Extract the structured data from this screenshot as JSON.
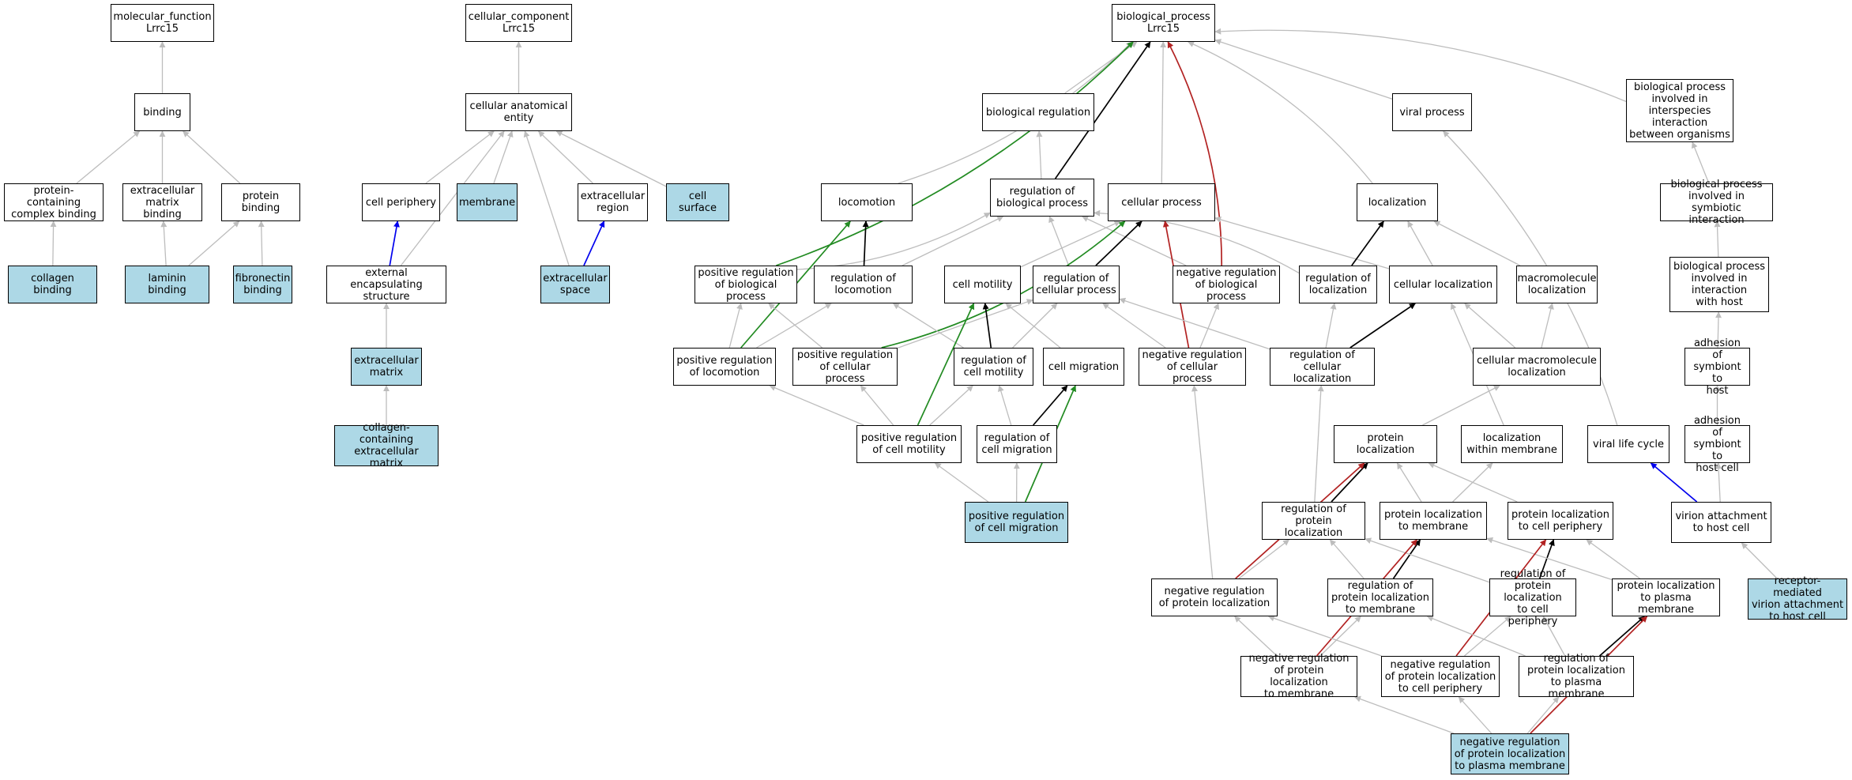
{
  "colors": {
    "highlight": "#add8e6",
    "is_a": "#bdbdbd",
    "part_of": "#0000ee",
    "regulates": "#000000",
    "positively_regulates": "#228b22",
    "negatively_regulates": "#b22222"
  },
  "nodes": [
    {
      "id": "mf",
      "label": "molecular_function\nLrrc15",
      "highlight": false
    },
    {
      "id": "binding",
      "label": "binding",
      "highlight": false
    },
    {
      "id": "pcb",
      "label": "protein-containing\ncomplex binding",
      "highlight": false
    },
    {
      "id": "emb",
      "label": "extracellular\nmatrix binding",
      "highlight": false
    },
    {
      "id": "pb",
      "label": "protein binding",
      "highlight": false
    },
    {
      "id": "cb",
      "label": "collagen binding",
      "highlight": true
    },
    {
      "id": "lb",
      "label": "laminin binding",
      "highlight": true
    },
    {
      "id": "fb",
      "label": "fibronectin\nbinding",
      "highlight": true
    },
    {
      "id": "cc",
      "label": "cellular_component\nLrrc15",
      "highlight": false
    },
    {
      "id": "cae",
      "label": "cellular anatomical\nentity",
      "highlight": false
    },
    {
      "id": "cper",
      "label": "cell periphery",
      "highlight": false
    },
    {
      "id": "mem",
      "label": "membrane",
      "highlight": true
    },
    {
      "id": "exreg",
      "label": "extracellular\nregion",
      "highlight": false
    },
    {
      "id": "csurf",
      "label": "cell surface",
      "highlight": true
    },
    {
      "id": "ees",
      "label": "external encapsulating\nstructure",
      "highlight": false
    },
    {
      "id": "exsp",
      "label": "extracellular\nspace",
      "highlight": true
    },
    {
      "id": "ecm",
      "label": "extracellular\nmatrix",
      "highlight": true
    },
    {
      "id": "cecm",
      "label": "collagen-containing\nextracellular\nmatrix",
      "highlight": true
    },
    {
      "id": "bp",
      "label": "biological_process\nLrrc15",
      "highlight": false
    },
    {
      "id": "breg",
      "label": "biological regulation",
      "highlight": false
    },
    {
      "id": "vp",
      "label": "viral process",
      "highlight": false
    },
    {
      "id": "bpii",
      "label": "biological process\ninvolved in\ninterspecies\ninteraction\nbetween organisms",
      "highlight": false
    },
    {
      "id": "loco",
      "label": "locomotion",
      "highlight": false
    },
    {
      "id": "rbp",
      "label": "regulation of\nbiological process",
      "highlight": false
    },
    {
      "id": "cproc",
      "label": "cellular process",
      "highlight": false
    },
    {
      "id": "loc",
      "label": "localization",
      "highlight": false
    },
    {
      "id": "bpsi",
      "label": "biological process\ninvolved in\nsymbiotic interaction",
      "highlight": false
    },
    {
      "id": "prbp",
      "label": "positive regulation\nof biological\nprocess",
      "highlight": false
    },
    {
      "id": "rloco",
      "label": "regulation of\nlocomotion",
      "highlight": false
    },
    {
      "id": "cmot",
      "label": "cell motility",
      "highlight": false
    },
    {
      "id": "rcp",
      "label": "regulation of\ncellular process",
      "highlight": false
    },
    {
      "id": "nrbp",
      "label": "negative regulation\nof biological\nprocess",
      "highlight": false
    },
    {
      "id": "rloc",
      "label": "regulation of\nlocalization",
      "highlight": false
    },
    {
      "id": "cloc",
      "label": "cellular localization",
      "highlight": false
    },
    {
      "id": "mmloc",
      "label": "macromolecule\nlocalization",
      "highlight": false
    },
    {
      "id": "bpih",
      "label": "biological process\ninvolved in\ninteraction\nwith host",
      "highlight": false
    },
    {
      "id": "prloco",
      "label": "positive regulation\nof locomotion",
      "highlight": false
    },
    {
      "id": "prcp",
      "label": "positive regulation\nof cellular\nprocess",
      "highlight": false
    },
    {
      "id": "rcm",
      "label": "regulation of\ncell motility",
      "highlight": false
    },
    {
      "id": "cmig",
      "label": "cell migration",
      "highlight": false
    },
    {
      "id": "nrcp",
      "label": "negative regulation\nof cellular\nprocess",
      "highlight": false
    },
    {
      "id": "rcloc",
      "label": "regulation of\ncellular localization",
      "highlight": false
    },
    {
      "id": "cmmloc",
      "label": "cellular macromolecule\nlocalization",
      "highlight": false
    },
    {
      "id": "aosh",
      "label": "adhesion of\nsymbiont to\nhost",
      "highlight": false
    },
    {
      "id": "prcm",
      "label": "positive regulation\nof cell motility",
      "highlight": false
    },
    {
      "id": "rcmig",
      "label": "regulation of\ncell migration",
      "highlight": false
    },
    {
      "id": "ploc",
      "label": "protein localization",
      "highlight": false
    },
    {
      "id": "lwm",
      "label": "localization\nwithin membrane",
      "highlight": false
    },
    {
      "id": "vlc",
      "label": "viral life cycle",
      "highlight": false
    },
    {
      "id": "aoshc",
      "label": "adhesion of\nsymbiont to\nhost cell",
      "highlight": false
    },
    {
      "id": "prcmig",
      "label": "positive regulation\nof cell migration",
      "highlight": true
    },
    {
      "id": "rploc",
      "label": "regulation of\nprotein localization",
      "highlight": false
    },
    {
      "id": "pltm",
      "label": "protein localization\nto membrane",
      "highlight": false
    },
    {
      "id": "pltcp",
      "label": "protein localization\nto cell periphery",
      "highlight": false
    },
    {
      "id": "vahc",
      "label": "virion attachment\nto host cell",
      "highlight": false
    },
    {
      "id": "nrploc",
      "label": "negative regulation\nof protein localization",
      "highlight": false
    },
    {
      "id": "rpltm",
      "label": "regulation of\nprotein localization\nto membrane",
      "highlight": false
    },
    {
      "id": "rpltcp",
      "label": "regulation of\nprotein localization\nto cell periphery",
      "highlight": false
    },
    {
      "id": "pltpm",
      "label": "protein localization\nto plasma membrane",
      "highlight": false
    },
    {
      "id": "rmvahc",
      "label": "receptor-mediated\nvirion attachment\nto host cell",
      "highlight": true
    },
    {
      "id": "nrpltm",
      "label": "negative regulation\nof protein localization\nto membrane",
      "highlight": false
    },
    {
      "id": "nrpltcp",
      "label": "negative regulation\nof protein localization\nto cell periphery",
      "highlight": false
    },
    {
      "id": "rpltpm",
      "label": "regulation of\nprotein localization\nto plasma membrane",
      "highlight": false
    },
    {
      "id": "nrpltpm",
      "label": "negative regulation\nof protein localization\nto plasma membrane",
      "highlight": true
    }
  ],
  "edges": [
    {
      "from": "binding",
      "to": "mf",
      "type": "is_a"
    },
    {
      "from": "pcb",
      "to": "binding",
      "type": "is_a"
    },
    {
      "from": "emb",
      "to": "binding",
      "type": "is_a"
    },
    {
      "from": "pb",
      "to": "binding",
      "type": "is_a"
    },
    {
      "from": "cb",
      "to": "pcb",
      "type": "is_a"
    },
    {
      "from": "lb",
      "to": "emb",
      "type": "is_a"
    },
    {
      "from": "lb",
      "to": "pb",
      "type": "is_a"
    },
    {
      "from": "fb",
      "to": "pb",
      "type": "is_a"
    },
    {
      "from": "cae",
      "to": "cc",
      "type": "is_a"
    },
    {
      "from": "cper",
      "to": "cae",
      "type": "is_a"
    },
    {
      "from": "mem",
      "to": "cae",
      "type": "is_a"
    },
    {
      "from": "exreg",
      "to": "cae",
      "type": "is_a"
    },
    {
      "from": "csurf",
      "to": "cae",
      "type": "is_a"
    },
    {
      "from": "ees",
      "to": "cae",
      "type": "is_a"
    },
    {
      "from": "exsp",
      "to": "cae",
      "type": "is_a"
    },
    {
      "from": "ees",
      "to": "cper",
      "type": "part_of"
    },
    {
      "from": "exsp",
      "to": "exreg",
      "type": "part_of"
    },
    {
      "from": "ecm",
      "to": "ees",
      "type": "is_a"
    },
    {
      "from": "cecm",
      "to": "ecm",
      "type": "is_a"
    },
    {
      "from": "breg",
      "to": "bp",
      "type": "is_a"
    },
    {
      "from": "vp",
      "to": "bp",
      "type": "is_a"
    },
    {
      "from": "bpii",
      "to": "bp",
      "type": "is_a"
    },
    {
      "from": "loco",
      "to": "bp",
      "type": "is_a"
    },
    {
      "from": "cproc",
      "to": "bp",
      "type": "is_a"
    },
    {
      "from": "loc",
      "to": "bp",
      "type": "is_a"
    },
    {
      "from": "rbp",
      "to": "bp",
      "type": "regulates"
    },
    {
      "from": "prbp",
      "to": "bp",
      "type": "positively_regulates"
    },
    {
      "from": "nrbp",
      "to": "bp",
      "type": "negatively_regulates"
    },
    {
      "from": "rbp",
      "to": "breg",
      "type": "is_a"
    },
    {
      "from": "bpsi",
      "to": "bpii",
      "type": "is_a"
    },
    {
      "from": "prbp",
      "to": "rbp",
      "type": "is_a"
    },
    {
      "from": "rloco",
      "to": "rbp",
      "type": "is_a"
    },
    {
      "from": "rcp",
      "to": "rbp",
      "type": "is_a"
    },
    {
      "from": "nrbp",
      "to": "rbp",
      "type": "is_a"
    },
    {
      "from": "rloc",
      "to": "rbp",
      "type": "is_a"
    },
    {
      "from": "rloco",
      "to": "loco",
      "type": "regulates"
    },
    {
      "from": "prloco",
      "to": "loco",
      "type": "positively_regulates"
    },
    {
      "from": "cmot",
      "to": "cproc",
      "type": "is_a"
    },
    {
      "from": "cloc",
      "to": "cproc",
      "type": "is_a"
    },
    {
      "from": "rcp",
      "to": "cproc",
      "type": "regulates"
    },
    {
      "from": "prcp",
      "to": "cproc",
      "type": "positively_regulates"
    },
    {
      "from": "nrcp",
      "to": "cproc",
      "type": "negatively_regulates"
    },
    {
      "from": "cloc",
      "to": "loc",
      "type": "is_a"
    },
    {
      "from": "mmloc",
      "to": "loc",
      "type": "is_a"
    },
    {
      "from": "rloc",
      "to": "loc",
      "type": "regulates"
    },
    {
      "from": "bpih",
      "to": "bpsi",
      "type": "is_a"
    },
    {
      "from": "prloco",
      "to": "prbp",
      "type": "is_a"
    },
    {
      "from": "prloco",
      "to": "rloco",
      "type": "is_a"
    },
    {
      "from": "prcp",
      "to": "prbp",
      "type": "is_a"
    },
    {
      "from": "prcp",
      "to": "rcp",
      "type": "is_a"
    },
    {
      "from": "rcm",
      "to": "rloco",
      "type": "is_a"
    },
    {
      "from": "rcm",
      "to": "rcp",
      "type": "is_a"
    },
    {
      "from": "rcm",
      "to": "cmot",
      "type": "regulates"
    },
    {
      "from": "cmig",
      "to": "cmot",
      "type": "is_a"
    },
    {
      "from": "nrcp",
      "to": "nrbp",
      "type": "is_a"
    },
    {
      "from": "nrcp",
      "to": "rcp",
      "type": "is_a"
    },
    {
      "from": "rcloc",
      "to": "rcp",
      "type": "is_a"
    },
    {
      "from": "rcloc",
      "to": "rloc",
      "type": "is_a"
    },
    {
      "from": "rcloc",
      "to": "cloc",
      "type": "regulates"
    },
    {
      "from": "cmmloc",
      "to": "cloc",
      "type": "is_a"
    },
    {
      "from": "cmmloc",
      "to": "mmloc",
      "type": "is_a"
    },
    {
      "from": "aosh",
      "to": "bpih",
      "type": "is_a"
    },
    {
      "from": "prcm",
      "to": "prloco",
      "type": "is_a"
    },
    {
      "from": "prcm",
      "to": "prcp",
      "type": "is_a"
    },
    {
      "from": "prcm",
      "to": "rcm",
      "type": "is_a"
    },
    {
      "from": "prcm",
      "to": "cmot",
      "type": "positively_regulates"
    },
    {
      "from": "rcmig",
      "to": "rcm",
      "type": "is_a"
    },
    {
      "from": "rcmig",
      "to": "cmig",
      "type": "regulates"
    },
    {
      "from": "ploc",
      "to": "cmmloc",
      "type": "is_a"
    },
    {
      "from": "lwm",
      "to": "cloc",
      "type": "is_a"
    },
    {
      "from": "vlc",
      "to": "vp",
      "type": "is_a"
    },
    {
      "from": "aoshc",
      "to": "aosh",
      "type": "is_a"
    },
    {
      "from": "prcmig",
      "to": "prcm",
      "type": "is_a"
    },
    {
      "from": "prcmig",
      "to": "rcmig",
      "type": "is_a"
    },
    {
      "from": "prcmig",
      "to": "cmig",
      "type": "positively_regulates"
    },
    {
      "from": "rploc",
      "to": "rcloc",
      "type": "is_a"
    },
    {
      "from": "rploc",
      "to": "ploc",
      "type": "regulates"
    },
    {
      "from": "pltm",
      "to": "ploc",
      "type": "is_a"
    },
    {
      "from": "pltm",
      "to": "lwm",
      "type": "is_a"
    },
    {
      "from": "pltcp",
      "to": "ploc",
      "type": "is_a"
    },
    {
      "from": "vahc",
      "to": "vlc",
      "type": "part_of"
    },
    {
      "from": "vahc",
      "to": "aoshc",
      "type": "is_a"
    },
    {
      "from": "nrploc",
      "to": "nrcp",
      "type": "is_a"
    },
    {
      "from": "nrploc",
      "to": "rploc",
      "type": "is_a"
    },
    {
      "from": "nrploc",
      "to": "ploc",
      "type": "negatively_regulates"
    },
    {
      "from": "rpltm",
      "to": "rploc",
      "type": "is_a"
    },
    {
      "from": "rpltm",
      "to": "pltm",
      "type": "regulates"
    },
    {
      "from": "rpltcp",
      "to": "rploc",
      "type": "is_a"
    },
    {
      "from": "rpltcp",
      "to": "pltcp",
      "type": "regulates"
    },
    {
      "from": "pltpm",
      "to": "pltm",
      "type": "is_a"
    },
    {
      "from": "pltpm",
      "to": "pltcp",
      "type": "is_a"
    },
    {
      "from": "rmvahc",
      "to": "vahc",
      "type": "is_a"
    },
    {
      "from": "nrpltm",
      "to": "nrploc",
      "type": "is_a"
    },
    {
      "from": "nrpltm",
      "to": "rpltm",
      "type": "is_a"
    },
    {
      "from": "nrpltm",
      "to": "pltm",
      "type": "negatively_regulates"
    },
    {
      "from": "nrpltcp",
      "to": "nrploc",
      "type": "is_a"
    },
    {
      "from": "nrpltcp",
      "to": "rpltcp",
      "type": "is_a"
    },
    {
      "from": "nrpltcp",
      "to": "pltcp",
      "type": "negatively_regulates"
    },
    {
      "from": "rpltpm",
      "to": "rpltm",
      "type": "is_a"
    },
    {
      "from": "rpltpm",
      "to": "rpltcp",
      "type": "is_a"
    },
    {
      "from": "rpltpm",
      "to": "pltpm",
      "type": "regulates"
    },
    {
      "from": "nrpltpm",
      "to": "nrpltm",
      "type": "is_a"
    },
    {
      "from": "nrpltpm",
      "to": "nrpltcp",
      "type": "is_a"
    },
    {
      "from": "nrpltpm",
      "to": "rpltpm",
      "type": "is_a"
    },
    {
      "from": "nrpltpm",
      "to": "pltpm",
      "type": "negatively_regulates"
    }
  ]
}
